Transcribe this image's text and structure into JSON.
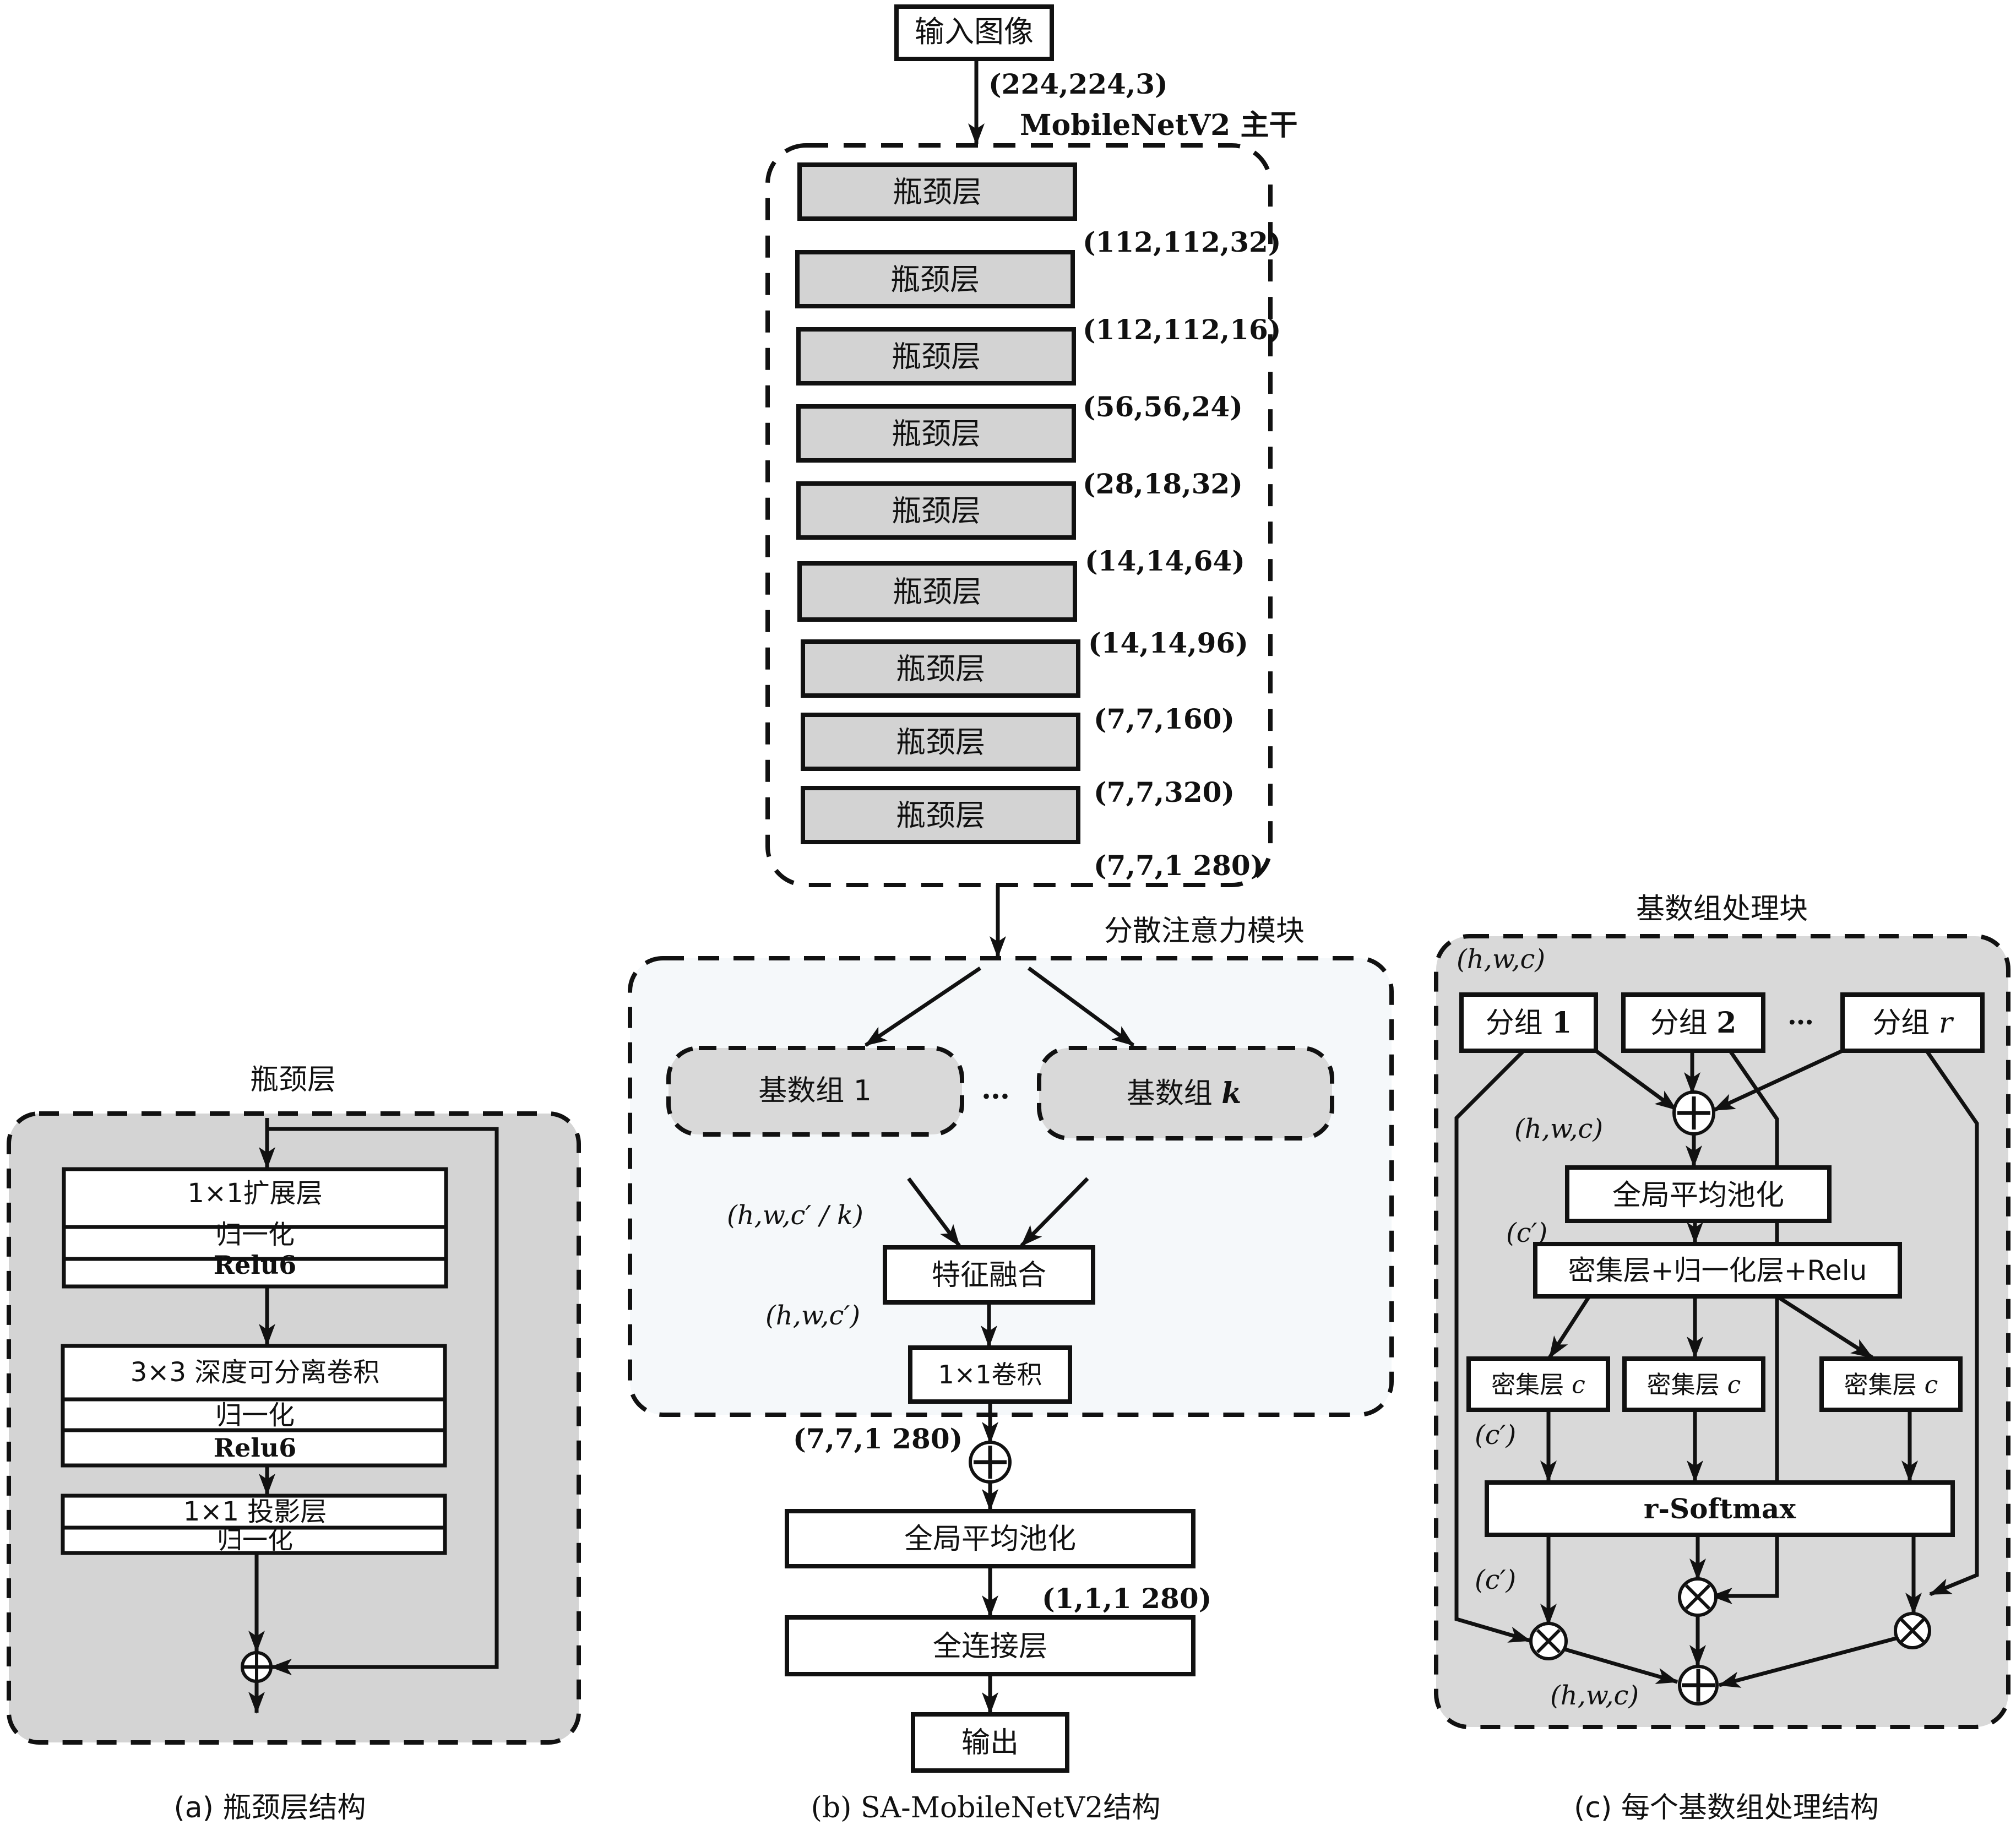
{
  "colors": {
    "stroke": "#111111",
    "layer_fill": "#d3d3d3",
    "panel_gray": "#d4d4d4",
    "panel_c_gray": "#d9d9d9",
    "attention_bg": "#f5f8fa",
    "cardinal_fill": "#d9d9d9",
    "box_fill": "#ffffff"
  },
  "panel_b": {
    "input_label": "输入图像",
    "input_shape": "(224,224,3)",
    "backbone_title": "MobileNetV2 主干",
    "bottleneck_layers": [
      {
        "label": "瓶颈层",
        "out_shape": "(112,112,32)"
      },
      {
        "label": "瓶颈层",
        "out_shape": "(112,112,16)"
      },
      {
        "label": "瓶颈层",
        "out_shape": "(56,56,24)"
      },
      {
        "label": "瓶颈层",
        "out_shape": "(28,18,32)"
      },
      {
        "label": "瓶颈层",
        "out_shape": "(14,14,64)"
      },
      {
        "label": "瓶颈层",
        "out_shape": "(14,14,96)"
      },
      {
        "label": "瓶颈层",
        "out_shape": "(7,7,160)"
      },
      {
        "label": "瓶颈层",
        "out_shape": "(7,7,320)"
      },
      {
        "label": "瓶颈层",
        "out_shape": "(7,7,1 280)"
      }
    ],
    "attention_title": "分散注意力模块",
    "cardinal_1": "基数组 1",
    "cardinal_k_prefix": "基数组 ",
    "cardinal_k_var": "k",
    "ellipsis": "…",
    "fusion_input_shape": "(h,w,c′ / k)",
    "fusion_label": "特征融合",
    "fusion_output_shape": "(h,w,c′)",
    "conv_label": "1×1卷积",
    "conv_output_shape": "(7,7,1 280)",
    "add_symbol": "⊕",
    "gap_label": "全局平均池化",
    "gap_output_shape": "(1,1,1 280)",
    "fc_label": "全连接层",
    "output_label": "输出",
    "caption": "(b) SA-MobileNetV2结构"
  },
  "panel_a": {
    "title": "瓶颈层",
    "block1": [
      "1×1扩展层",
      "归一化",
      "Relu6"
    ],
    "block2": [
      "3×3 深度可分离卷积",
      "归一化",
      "Relu6"
    ],
    "block3": [
      "1×1 投影层",
      "归一化"
    ],
    "caption": "(a) 瓶颈层结构"
  },
  "panel_c": {
    "title": "基数组处理块",
    "input_shape": "(h,w,c)",
    "splits": [
      {
        "prefix": "分组 ",
        "suffix": "1",
        "italic": false
      },
      {
        "prefix": "分组 ",
        "suffix": "2",
        "italic": false
      },
      {
        "prefix": "分组 ",
        "suffix": "r",
        "italic": true
      }
    ],
    "ellipsis": "…",
    "sum_shape": "(h,w,c)",
    "gap_label": "全局平均池化",
    "gap_shape": "(c′)",
    "dense_bn_relu_label": "密集层+归一化层+Relu",
    "dense_c_prefix": "密集层 ",
    "dense_c_var": "c",
    "dense_shape": "(c′)",
    "softmax_label": "r-Softmax",
    "softmax_shape": "(c′)",
    "output_shape": "(h,w,c)",
    "caption": "(c) 每个基数组处理结构"
  }
}
